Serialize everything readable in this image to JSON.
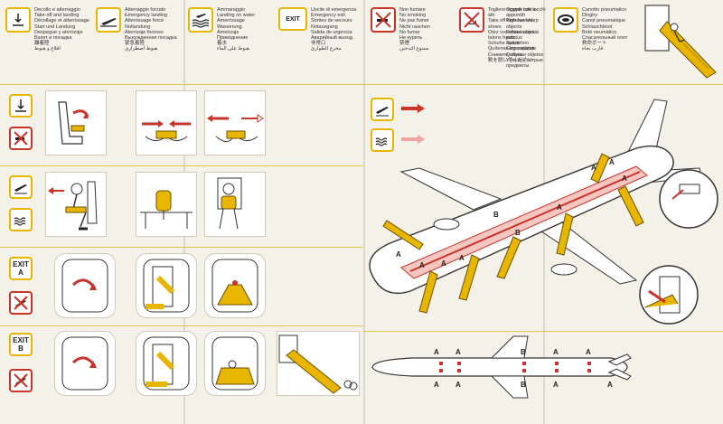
{
  "top_row": {
    "takeoff_landing": {
      "icon": "takeoff-landing-icon",
      "text": "Decollo e atterraggio\nTake-off and landing\nDécollage et atterrissage\nStart und Landung\nDespegue y aterrizaje\nВзлет и посадка\n離着陸\nاقلاع و هبوط"
    },
    "emergency_landing": {
      "icon": "emergency-landing-icon",
      "text": "Atterraggio forzato\nEmergency landing\nAtterrissage forcé\nNotlandung\nAterrizaje forzoso\nВынужденная посадка\n緊急着陸\nهبوط اضطراري"
    },
    "water_landing": {
      "icon": "water-landing-icon",
      "text": "Ammaraggio\nLanding on water\nAmerrissage\nWasserung\nAmerizaje\nПриводнение\n着水\nهبوط على الماء"
    },
    "emergency_exit": {
      "label": "EXIT",
      "text": "Uscite di emergenza\nEmergency exit\nSorties de secours\nNotausgang\nSalida de urgencia\nАварийный выход\n非常口\nمخرج الطوارئ"
    },
    "no_smoking": {
      "icon": "no-smoking-icon",
      "text": "Non fumare\nNo smoking\nNe pas fumer\nNicht rauchen\nNo fumar\nНе курить\n禁煙\nممنوع التدخين"
    },
    "remove_shoes": {
      "icon": "no-shoes-icon",
      "text": "Togliere scarpe con tacchi alti\nTake off high-heeled shoes\nOtez vos chaussures à talons hauts\nSchuhe ausziehen\nQuítense los zapatos\nСнимите обувь\n靴を脱いでください"
    },
    "remove_objects": {
      "icon": "no-objects-icon",
      "text": "Oggetti tutti e appuntiti\nRemove sharp objects\nRetirez objets pointus\nSpitze Gegenstände\nQuitense objetos\nУберите острые предметы"
    },
    "life_raft": {
      "icon": "life-raft-icon",
      "text": "Canotto pneumatico\nDinghy\nCanot pneumatique\nSchlauchboot\nBote neumático\nСпасательный плот\n救命ボート\nقارب نجاة"
    }
  },
  "left_rows": [
    {
      "icon_top": "takeoff-icon",
      "icon_bottom": "no-smoking-icon"
    },
    {
      "icon_top": "emergency-landing-icon",
      "icon_bottom": "water-landing-icon"
    },
    {
      "icon_top_text": "EXIT\nA",
      "icon_bottom": "no-takeoff-icon"
    },
    {
      "icon_top_text": "EXIT\nB",
      "icon_bottom": "no-takeoff-icon"
    }
  ],
  "diagram": {
    "door_labels": [
      "A",
      "A",
      "A",
      "A",
      "B",
      "B",
      "A",
      "A",
      "A",
      "A"
    ],
    "floorplan_labels": [
      "A",
      "A",
      "A",
      "A",
      "B",
      "B",
      "A",
      "A",
      "A",
      "A"
    ]
  }
}
